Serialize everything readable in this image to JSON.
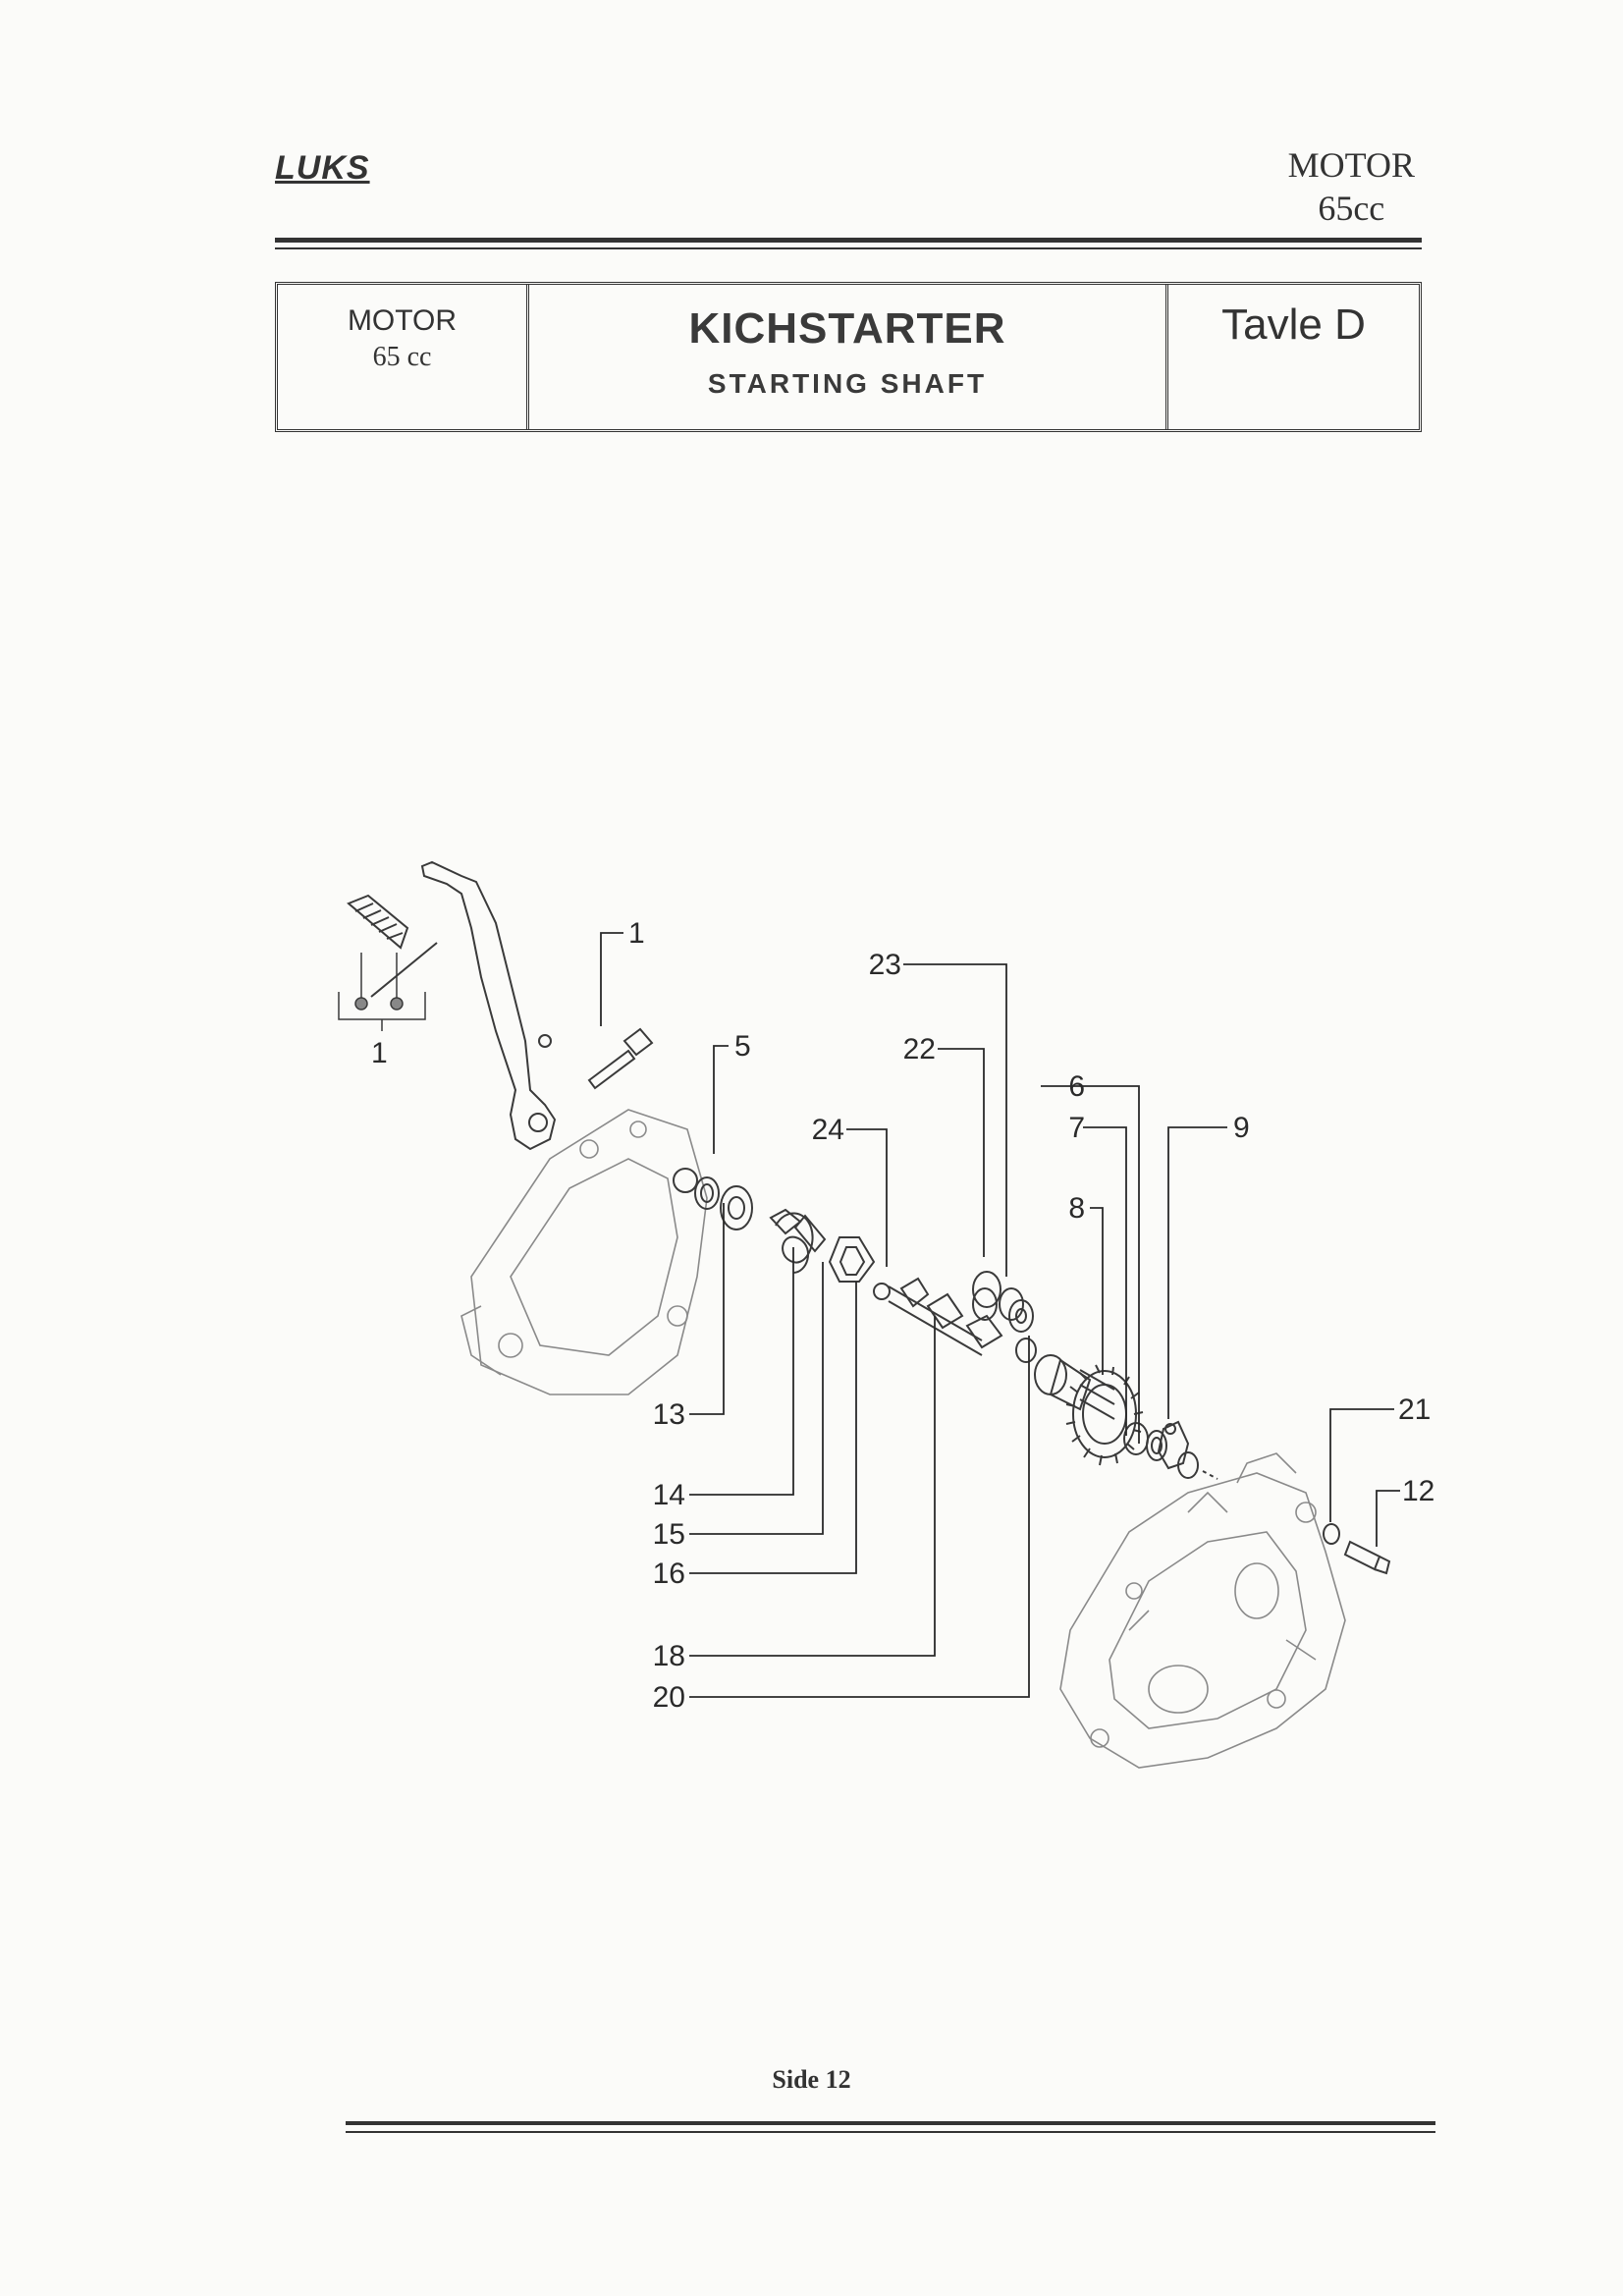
{
  "header": {
    "brand": "LUKS",
    "section": "MOTOR",
    "displacement": "65cc"
  },
  "title_box": {
    "left_line1": "MOTOR",
    "left_line2": "65 cc",
    "title": "KICHSTARTER",
    "subtitle": "STARTING SHAFT",
    "table_ref": "Tavle D"
  },
  "diagram": {
    "callouts": [
      "1",
      "1",
      "5",
      "23",
      "22",
      "24",
      "6",
      "7",
      "9",
      "8",
      "13",
      "14",
      "15",
      "16",
      "18",
      "20",
      "21",
      "12"
    ]
  },
  "footer": {
    "page_label": "Side 12"
  }
}
